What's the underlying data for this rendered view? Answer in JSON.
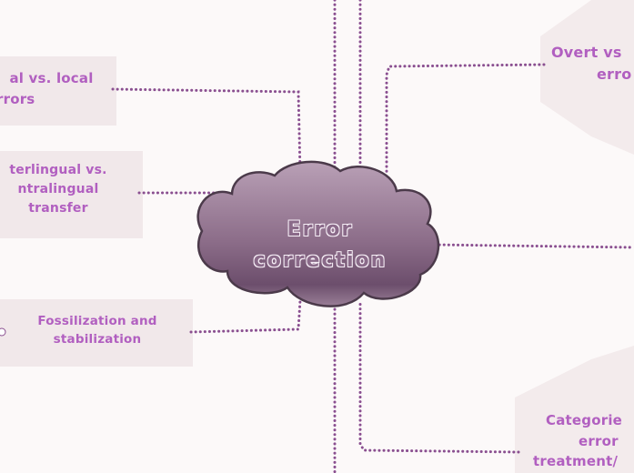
{
  "center_topic": {
    "line1": "Error",
    "line2": "correction"
  },
  "topics": {
    "global_local": {
      "line1": "al vs. local",
      "line2": "rrors"
    },
    "interlingual": {
      "line1": "terlingual vs.",
      "line2": "ntralingual",
      "line3": "transfer"
    },
    "fossilization": {
      "line1": "Fossilization and",
      "line2": "stabilization"
    },
    "overt_covert": {
      "line1": "Overt vs",
      "line2": "erro"
    },
    "categories": {
      "line1": "Categorie",
      "line2": "error",
      "line3": "treatment/"
    }
  },
  "colors": {
    "background": "#fcf9f9",
    "node_fill": "#f1e8ea",
    "label_text": "#b15fc0",
    "connector": "#8a4f90",
    "cloud_top": "#b79cb3",
    "cloud_bottom": "#6f5070",
    "cloud_stroke": "#4b3a4a"
  }
}
